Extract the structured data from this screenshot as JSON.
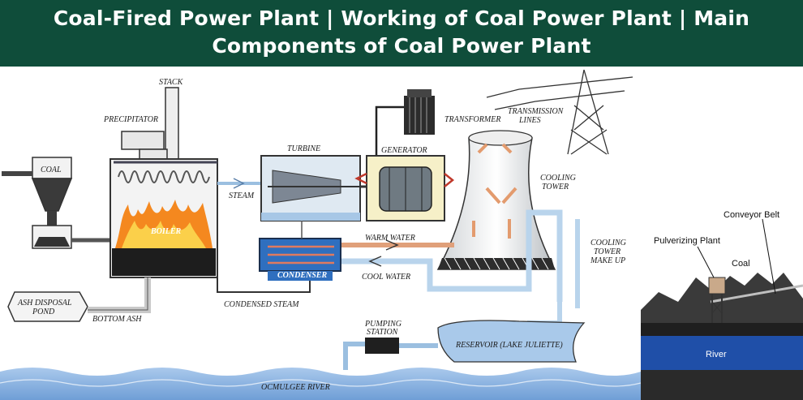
{
  "header": {
    "title_line1": "Coal-Fired Power Plant | Working of Coal Power Plant | Main",
    "title_line2": "Components of Coal Power Plant",
    "background": "#0f4d3a"
  },
  "labels": {
    "stack": "STACK",
    "precipitator": "PRECIPITATOR",
    "coal": "COAL",
    "boiler": "BOILER",
    "turbine": "TURBINE",
    "generator": "GENERATOR",
    "transformer": "TRANSFORMER",
    "transmission_1": "TRANSMISSION",
    "transmission_2": "LINES",
    "steam": "STEAM",
    "cooling_tower_1": "COOLING",
    "cooling_tower_2": "TOWER",
    "warm_water": "WARM WATER",
    "cool_water": "COOL WATER",
    "condenser": "CONDENSER",
    "condensed_steam": "CONDENSED STEAM",
    "ash_pond_1": "ASH DISPOSAL",
    "ash_pond_2": "POND",
    "bottom_ash": "BOTTOM ASH",
    "makeup_1": "COOLING",
    "makeup_2": "TOWER",
    "makeup_3": "MAKE UP",
    "pumping_1": "PUMPING",
    "pumping_2": "STATION",
    "reservoir": "RESERVOIR (LAKE JULIETTE)",
    "river": "OCMULGEE RIVER"
  },
  "inset": {
    "conveyor": "Conveyor Belt",
    "pulverizing": "Pulverizing Plant",
    "coal": "Coal",
    "river": "River"
  },
  "colors": {
    "warm_pipe": "#e0a07a",
    "cool_pipe": "#b9d4ec",
    "pipe_outline": "#2a3540",
    "flame": "#f4881f",
    "water": "#8fb6e2",
    "inset_river": "#1f4fa8"
  }
}
